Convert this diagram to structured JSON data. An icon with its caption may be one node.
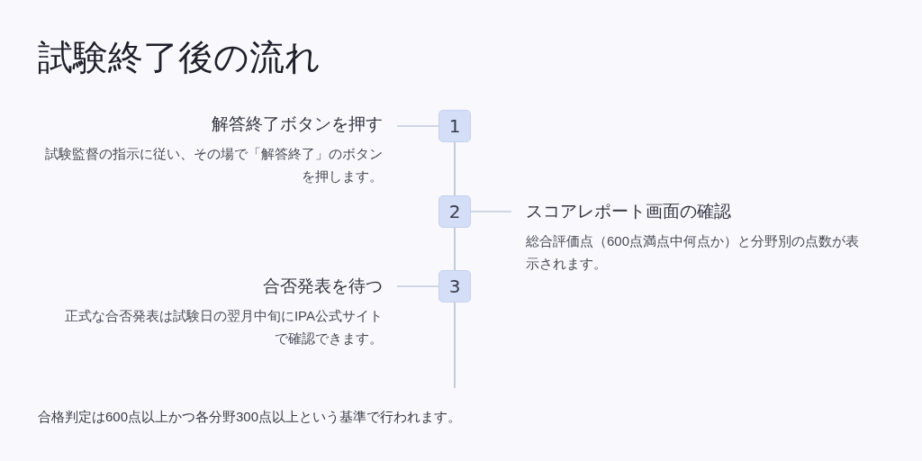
{
  "diagram": {
    "title": "試験終了後の流れ",
    "nodes": [
      {
        "text": [
          "解答終了ボタンを押す",
          "試験監督の指示に従い、その場で「解答終了」のボタンを押します。"
        ]
      },
      {
        "text": [
          "1"
        ]
      },
      {
        "text": [
          "2"
        ]
      },
      {
        "text": [
          "スコアレポート画面の確認",
          "総合評価点（600点満点中何点か）と分野別の点数が表示されます。"
        ]
      },
      {
        "text": [
          "合否発表を待つ",
          "正式な合否発表は試験日の翌月中旬にIPA公式サイトで確認できます。"
        ]
      },
      {
        "text": [
          "3"
        ]
      }
    ],
    "edges": [
      {
        "from": 0,
        "to": 1,
        "arrow": "none"
      },
      {
        "from": 1,
        "to": 2,
        "arrow": "none"
      },
      {
        "from": 2,
        "to": 3,
        "arrow": "none"
      },
      {
        "from": 2,
        "to": 5,
        "arrow": "none"
      },
      {
        "from": 4,
        "to": 5,
        "arrow": "none"
      },
      {
        "from": 5,
        "to": null,
        "arrow": "none"
      }
    ],
    "labels": [
      "合格判定は600点以上かつ各分野300点以上という基準で行われます。"
    ]
  }
}
